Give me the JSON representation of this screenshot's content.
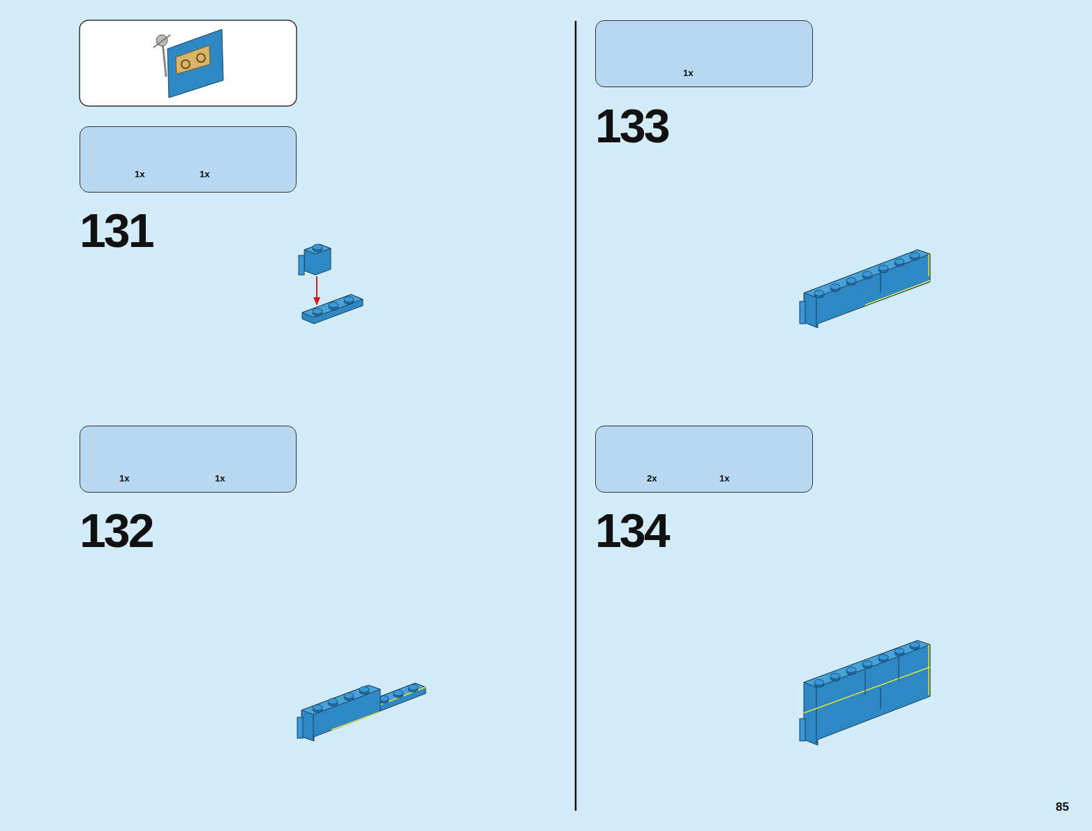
{
  "diagram": {
    "nodes": [
      {
        "text": [
          "1x",
          "1x"
        ]
      },
      {
        "text": [
          "1x",
          "1x"
        ]
      },
      {
        "text": [
          "1x"
        ]
      },
      {
        "text": [
          "2x",
          "1x"
        ]
      }
    ],
    "labels": [
      "131",
      "132",
      "133",
      "134",
      "85"
    ]
  }
}
